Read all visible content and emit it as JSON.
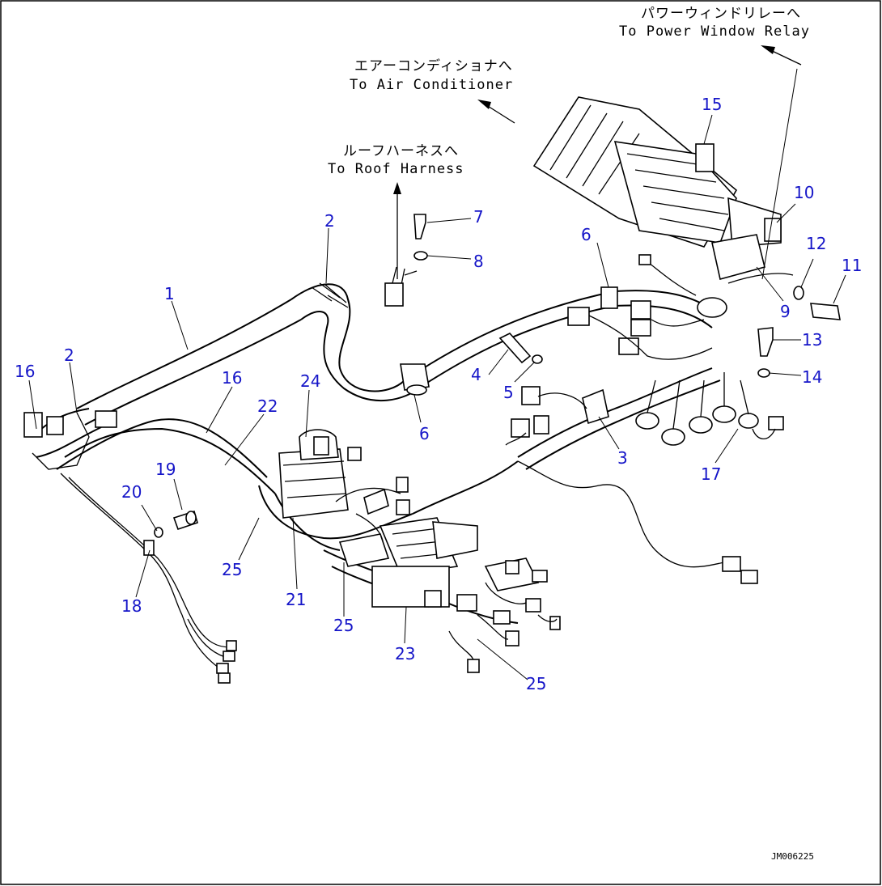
{
  "notes": {
    "power_window_jp": "パワーウィンドリレーへ",
    "power_window_en": "To Power Window Relay",
    "air_conditioner_jp": "エアーコンディショナへ",
    "air_conditioner_en": "To Air Conditioner",
    "roof_harness_jp": "ルーフハーネスへ",
    "roof_harness_en": "To Roof Harness"
  },
  "drawing_number": "JM006225",
  "callouts": [
    "1",
    "2",
    "2",
    "3",
    "4",
    "5",
    "6",
    "6",
    "7",
    "8",
    "9",
    "10",
    "11",
    "12",
    "13",
    "14",
    "15",
    "16",
    "16",
    "17",
    "18",
    "19",
    "20",
    "21",
    "22",
    "23",
    "24",
    "25",
    "25",
    "25"
  ],
  "colors": {
    "callout": "#1515c8",
    "line": "#000000",
    "background": "#ffffff"
  }
}
